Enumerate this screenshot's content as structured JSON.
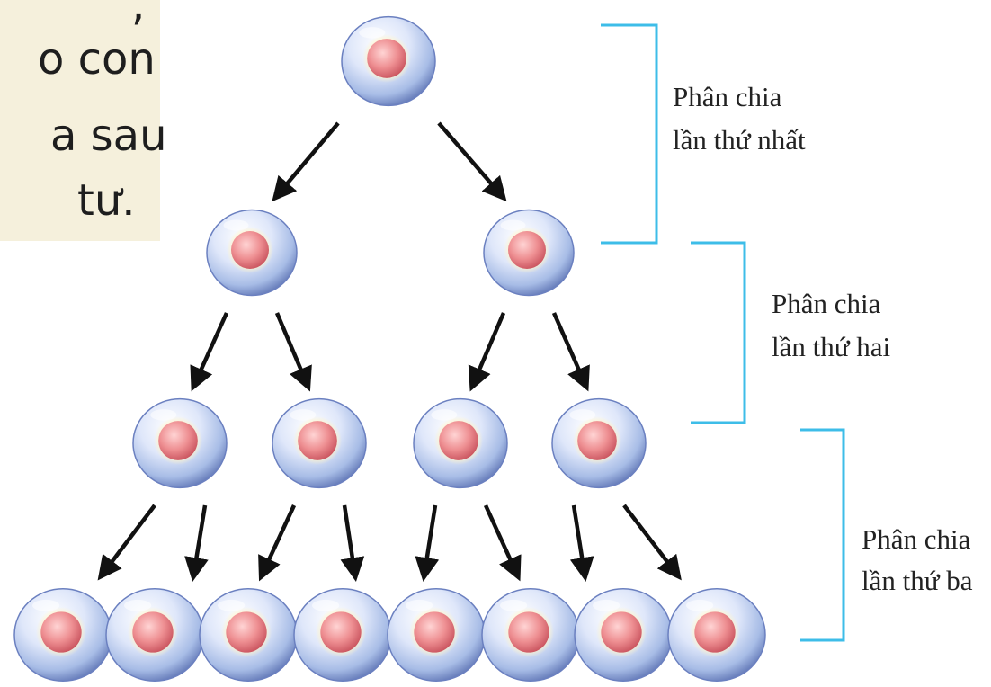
{
  "text_box": {
    "fragments": [
      ",",
      "o con",
      "a  sau",
      "tư."
    ]
  },
  "labels": [
    {
      "line1": "Phân chia",
      "line2": "lần thứ nhất"
    },
    {
      "line1": "Phân chia",
      "line2": "lần thứ hai"
    },
    {
      "line1": "Phân chia",
      "line2": "lần thứ ba"
    }
  ],
  "generations": [
    1,
    2,
    4,
    8
  ],
  "colors": {
    "bracket": "#3dbde8",
    "arrow": "#111111",
    "text_box_bg": "#f5f0dc",
    "cell_membrane": "#8fa6dc",
    "nucleus": "#e67b82"
  }
}
